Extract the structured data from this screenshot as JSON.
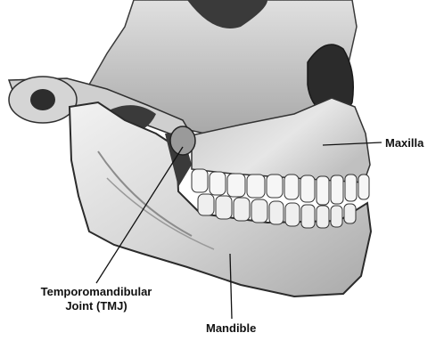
{
  "labels": {
    "maxilla": "Maxilla",
    "tmj_line1": "Temporomandibular",
    "tmj_line2": "Joint (TMJ)",
    "mandible": "Mandible"
  },
  "colors": {
    "bone_light": "#e9e9e9",
    "bone_mid": "#bdbdbd",
    "bone_dark": "#6f6f6f",
    "shadow": "#2a2a2a",
    "tooth": "#f6f6f6",
    "leader_line": "#111111",
    "label_text": "#111111"
  }
}
